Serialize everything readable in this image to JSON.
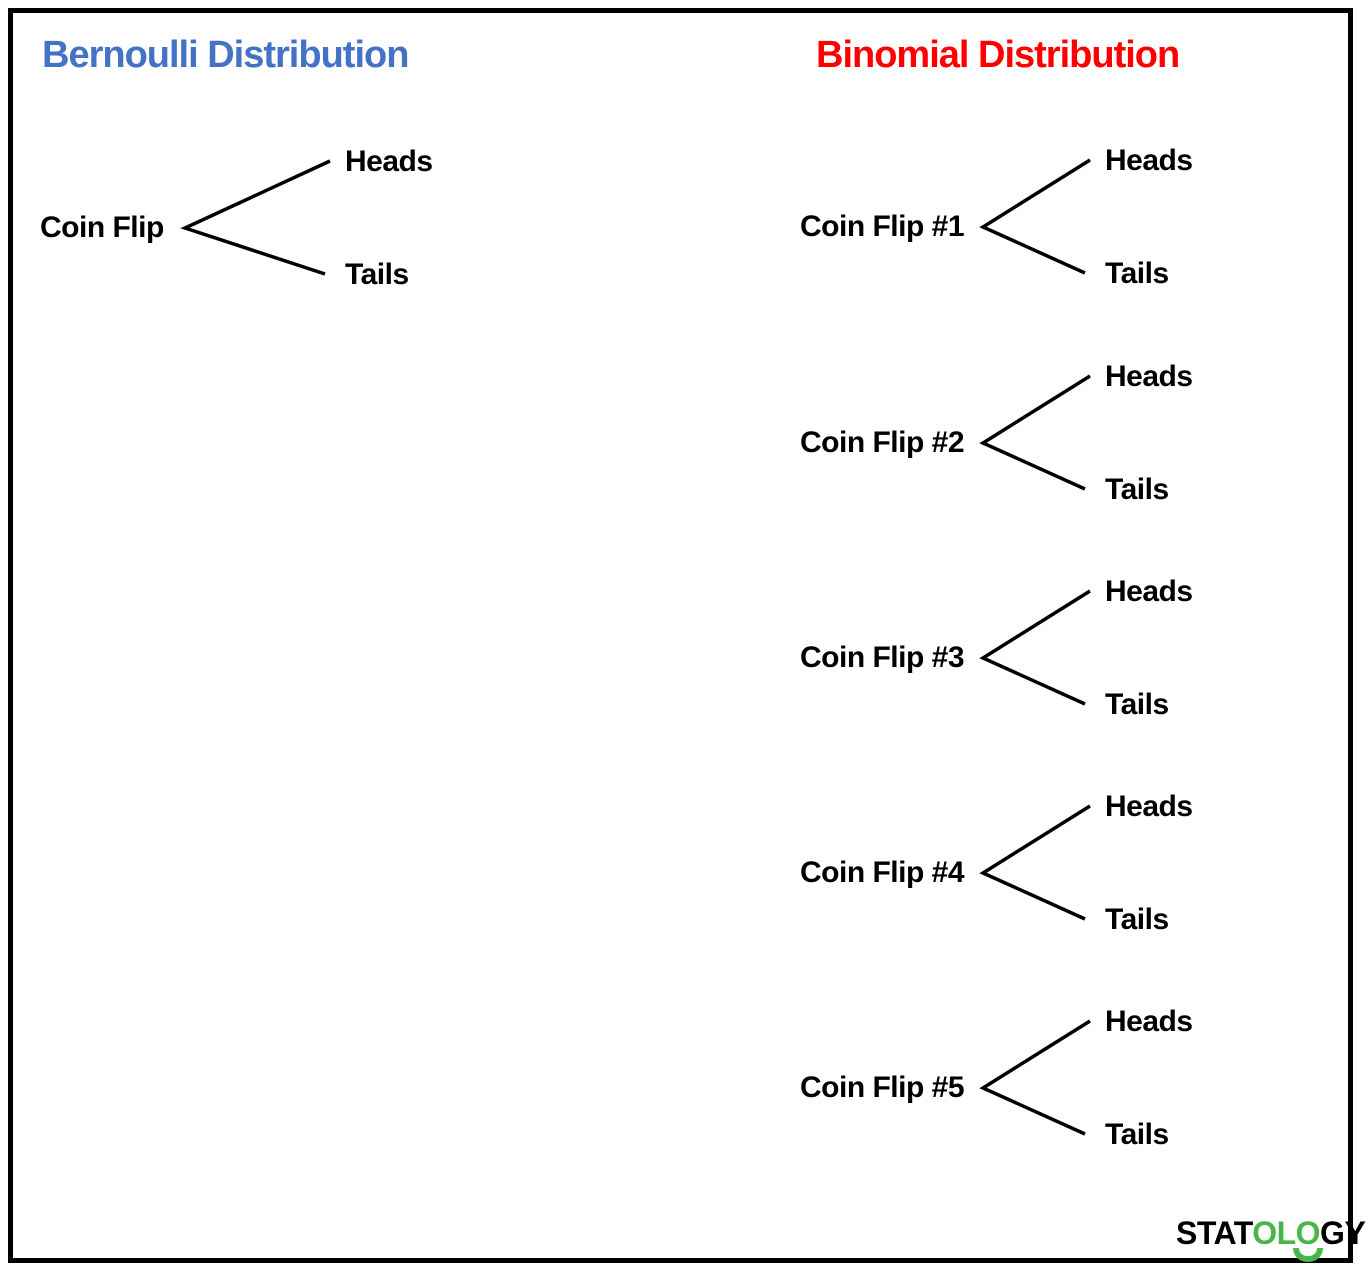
{
  "titles": {
    "bernoulli": "Bernoulli Distribution",
    "binomial": "Binomial Distribution"
  },
  "colors": {
    "bernoulli_title": "#4472C4",
    "binomial_title": "#FF0000",
    "tree_lines": "#000000",
    "frame_border": "#000000",
    "logo_green": "#48B748",
    "logo_black": "#000000",
    "background": "#FFFFFF"
  },
  "bernoulli_tree": {
    "root": "Coin Flip",
    "heads": "Heads",
    "tails": "Tails"
  },
  "binomial_trees": [
    {
      "root": "Coin Flip #1",
      "heads": "Heads",
      "tails": "Tails"
    },
    {
      "root": "Coin Flip #2",
      "heads": "Heads",
      "tails": "Tails"
    },
    {
      "root": "Coin Flip #3",
      "heads": "Heads",
      "tails": "Tails"
    },
    {
      "root": "Coin Flip #4",
      "heads": "Heads",
      "tails": "Tails"
    },
    {
      "root": "Coin Flip #5",
      "heads": "Heads",
      "tails": "Tails"
    }
  ],
  "logo": {
    "part1": "STAT",
    "part2": "OLO",
    "part3": "GY"
  }
}
